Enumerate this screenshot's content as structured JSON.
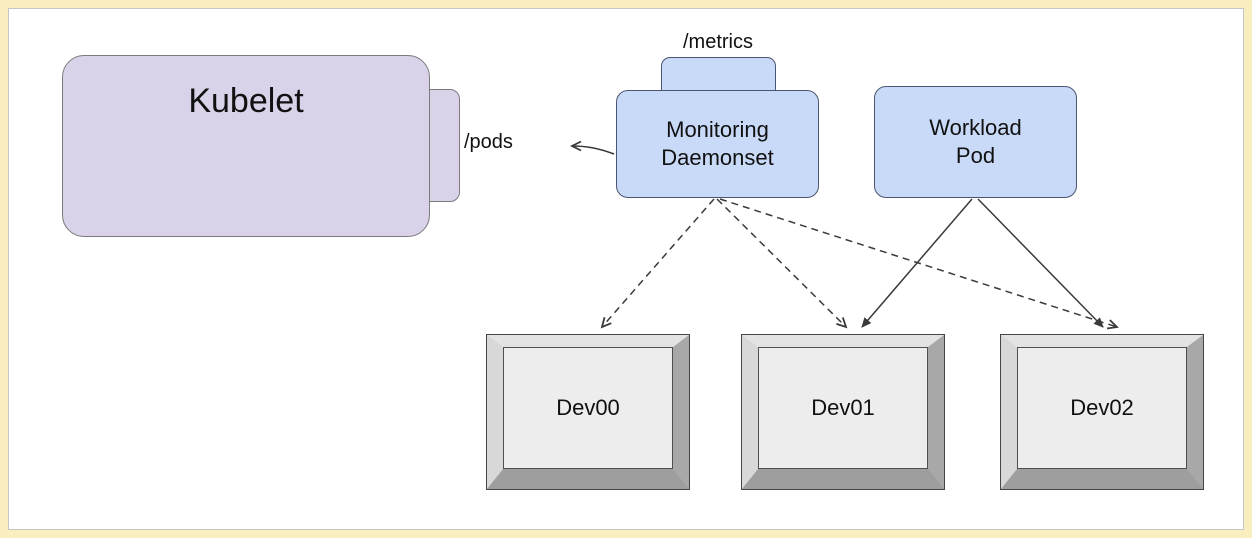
{
  "colors": {
    "frame": "#f9eec0",
    "canvas": "#ffffff",
    "kubelet_fill": "#d9d2e9",
    "kubelet_border": "#7b7b7b",
    "pod_fill": "#c9daf8",
    "pod_border": "#4a5572",
    "device_face": "#ededed",
    "arrow": "#3a3a3a"
  },
  "diagram": {
    "kubelet": {
      "label": "Kubelet"
    },
    "pods_endpoint": {
      "label": "/pods"
    },
    "metrics_endpoint": {
      "label": "/metrics"
    },
    "monitoring_daemonset": {
      "label": "Monitoring\nDaemonset"
    },
    "workload_pod": {
      "label": "Workload\nPod"
    },
    "devices": [
      {
        "label": "Dev00"
      },
      {
        "label": "Dev01"
      },
      {
        "label": "Dev02"
      }
    ]
  }
}
